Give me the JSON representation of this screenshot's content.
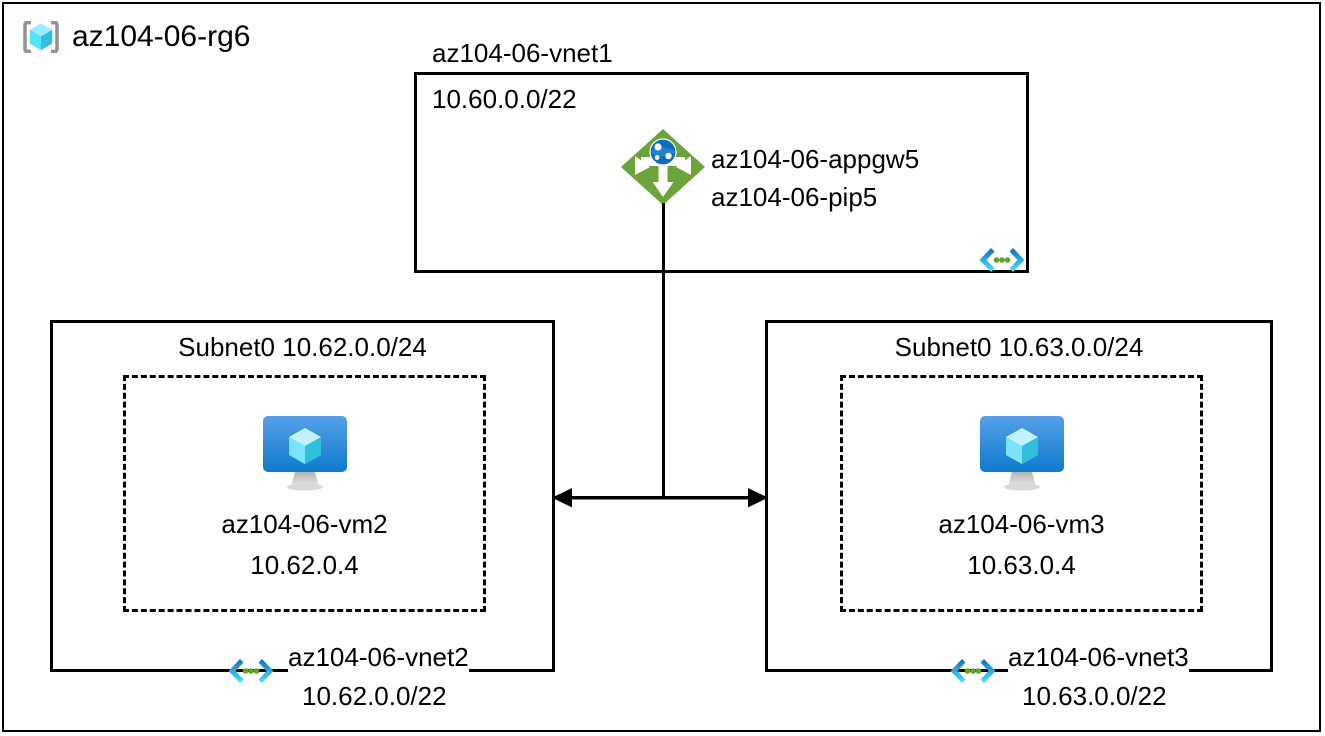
{
  "diagram": {
    "resource_group": {
      "name": "az104-06-rg6",
      "icon": "resource-group-cube-icon"
    },
    "vnet1": {
      "title": "az104-06-vnet1",
      "cidr": "10.60.0.0/22",
      "peering_icon": "vnet-peering-icon",
      "appgw": {
        "icon": "application-gateway-icon",
        "name": "az104-06-appgw5",
        "public_ip": "az104-06-pip5"
      }
    },
    "vnet2": {
      "subnet_title": "Subnet0 10.62.0.0/24",
      "vm": {
        "icon": "virtual-machine-icon",
        "name": "az104-06-vm2",
        "ip": "10.62.0.4"
      },
      "vnet_icon": "vnet-peering-icon",
      "name": "az104-06-vnet2",
      "cidr": "10.62.0.0/22"
    },
    "vnet3": {
      "subnet_title": "Subnet0 10.63.0.0/24",
      "vm": {
        "icon": "virtual-machine-icon",
        "name": "az104-06-vm3",
        "ip": "10.63.0.4"
      },
      "vnet_icon": "vnet-peering-icon",
      "name": "az104-06-vnet3",
      "cidr": "10.63.0.0/22"
    },
    "connectors": {
      "gateway_drop": "vertical-line-from-appgw",
      "peering_arrow": "bidirectional-arrow-vnet2-vnet3"
    },
    "colors": {
      "appgw_green": "#6BA539",
      "vm_blue": "#2f81d6",
      "cube_cyan": "#50E6FF",
      "peering_blue": "#0078D4",
      "peering_cyan": "#50E6FF",
      "peering_dot_green": "#5EA226",
      "bracket_gray": "#949494",
      "line_black": "#000000"
    }
  }
}
